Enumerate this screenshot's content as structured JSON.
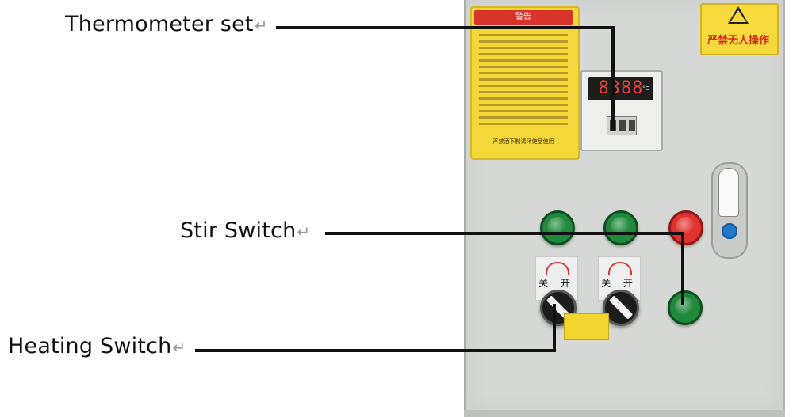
{
  "labels": {
    "thermometer": "Thermometer set",
    "stir": "Stir Switch",
    "heating": "Heating Switch",
    "return_symbol": "↵"
  },
  "panel": {
    "top_sign": "严禁无人操作",
    "warning_header": "警告",
    "warning_footer": "严禁酒下制请环使品使用",
    "thermometer_display": "8388",
    "thermometer_unit": "°C",
    "knob_labels": [
      "关 开",
      "关 开"
    ]
  },
  "colors": {
    "panel": "#d6d8d5",
    "warning_yellow": "#f4d83a",
    "green_light": "#1f8a3c",
    "red_light": "#e0322f",
    "leader_line": "#111111"
  }
}
